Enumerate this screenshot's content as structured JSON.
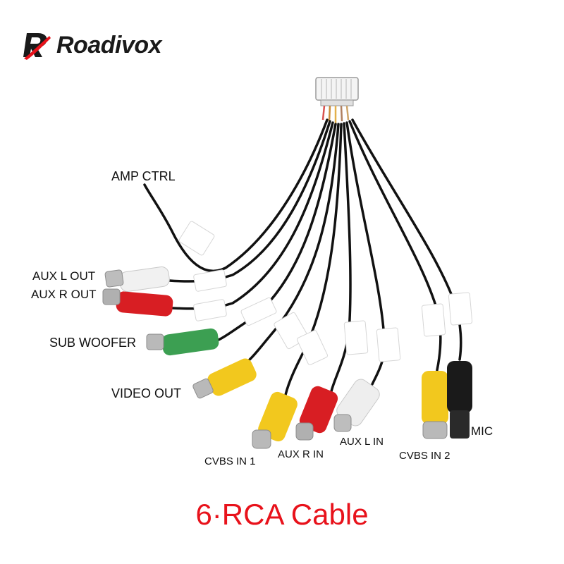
{
  "brand": {
    "name": "Roadivox",
    "logo_icon": "roadivox-logo-icon"
  },
  "labels": {
    "amp_ctrl": "AMP CTRL",
    "aux_l_out": "AUX L OUT",
    "aux_r_out": "AUX R OUT",
    "sub_woofer": "SUB WOOFER",
    "video_out": "VIDEO OUT",
    "cvbs_in_1": "CVBS IN 1",
    "aux_r_in": "AUX R IN",
    "aux_l_in": "AUX L IN",
    "cvbs_in_2": "CVBS IN 2",
    "mic": "MIC"
  },
  "caption": "6·RCA Cable",
  "colors": {
    "caption": "#e8121b",
    "plug_white": "#f1f1f1",
    "plug_red": "#d81e23",
    "plug_green": "#3c9f52",
    "plug_yellow": "#f2c81e",
    "plug_black": "#1a1a1a",
    "cable": "#111111"
  }
}
